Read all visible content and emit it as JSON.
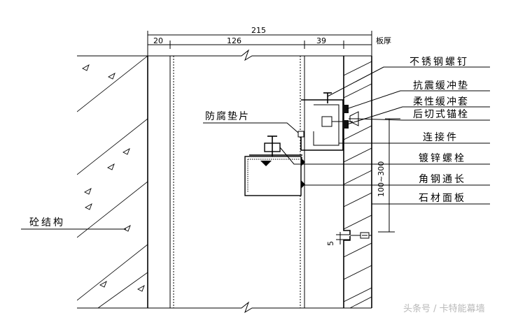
{
  "dimensions": {
    "total": "215",
    "seg1": "20",
    "seg2": "126",
    "seg3": "39",
    "panel_thickness": "板厚",
    "vertical": "100~300",
    "joint": "5"
  },
  "labels": {
    "stainless_screw": "不锈钢螺钉",
    "seismic_pad": "抗震缓冲垫",
    "flexible_sleeve": "柔性缓冲套",
    "undercut_anchor": "后切式锚栓",
    "anticorrosion_pad": "防腐垫片",
    "connector": "连接件",
    "galvanized_bolt": "镀锌螺栓",
    "angle_steel": "角钢通长",
    "stone_panel": "石材面板",
    "concrete_structure": "砼结构"
  },
  "watermark": "头条号 / 卡特能幕墙"
}
